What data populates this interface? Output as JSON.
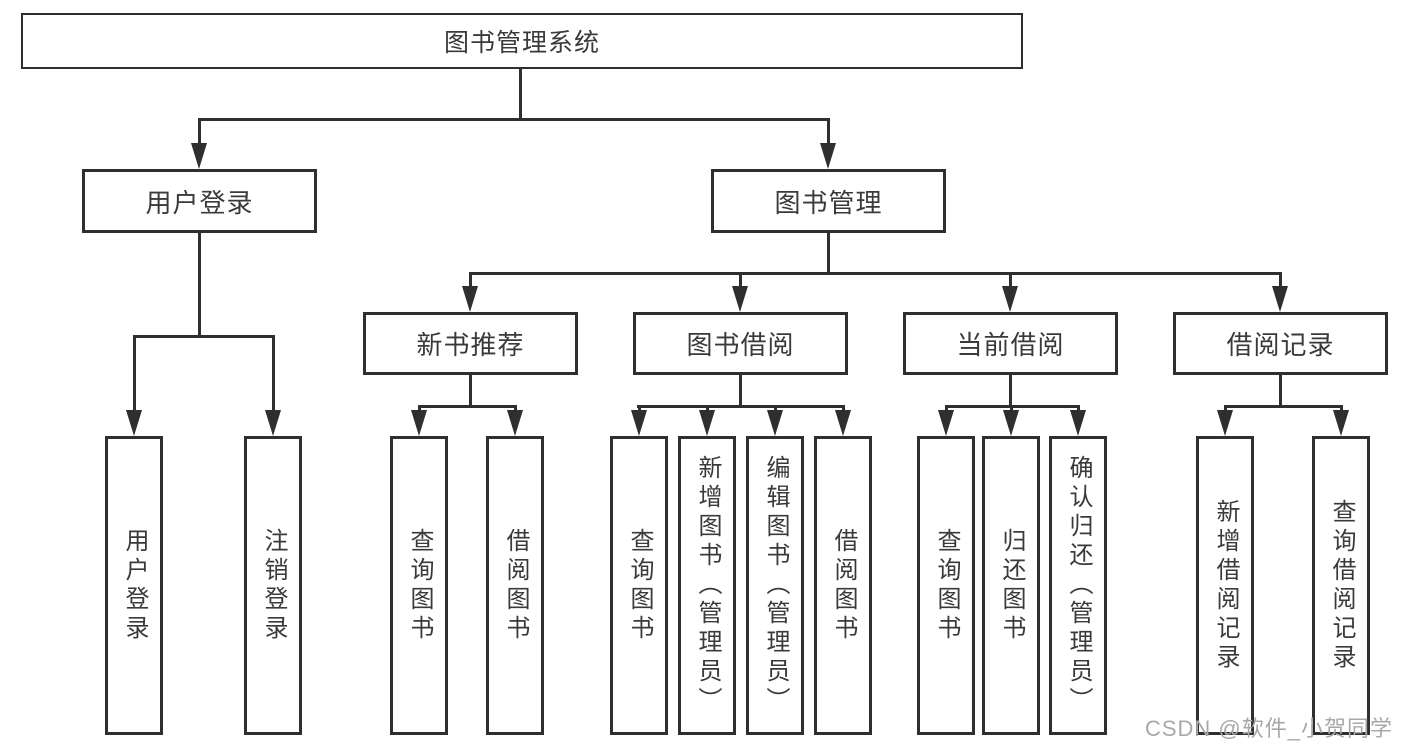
{
  "tree": {
    "root": {
      "label": "图书管理系统"
    },
    "children": [
      {
        "label": "用户登录",
        "children": [
          {
            "label": "用户登录"
          },
          {
            "label": "注销登录"
          }
        ]
      },
      {
        "label": "图书管理",
        "children": [
          {
            "label": "新书推荐",
            "children": [
              {
                "label": "查询图书"
              },
              {
                "label": "借阅图书"
              }
            ]
          },
          {
            "label": "图书借阅",
            "children": [
              {
                "label": "查询图书"
              },
              {
                "label": "新增图书（管理员）"
              },
              {
                "label": "编辑图书（管理员）"
              },
              {
                "label": "借阅图书"
              }
            ]
          },
          {
            "label": "当前借阅",
            "children": [
              {
                "label": "查询图书"
              },
              {
                "label": "归还图书"
              },
              {
                "label": "确认归还（管理员）"
              }
            ]
          },
          {
            "label": "借阅记录",
            "children": [
              {
                "label": "新增借阅记录"
              },
              {
                "label": "查询借阅记录"
              }
            ]
          }
        ]
      }
    ]
  },
  "watermark": {
    "text": "CSDN @软件_小贺同学"
  },
  "colors": {
    "line": "#2f2f2f",
    "text": "#3a3a3a",
    "watermark": "#a8a8a8",
    "background": "#ffffff"
  }
}
